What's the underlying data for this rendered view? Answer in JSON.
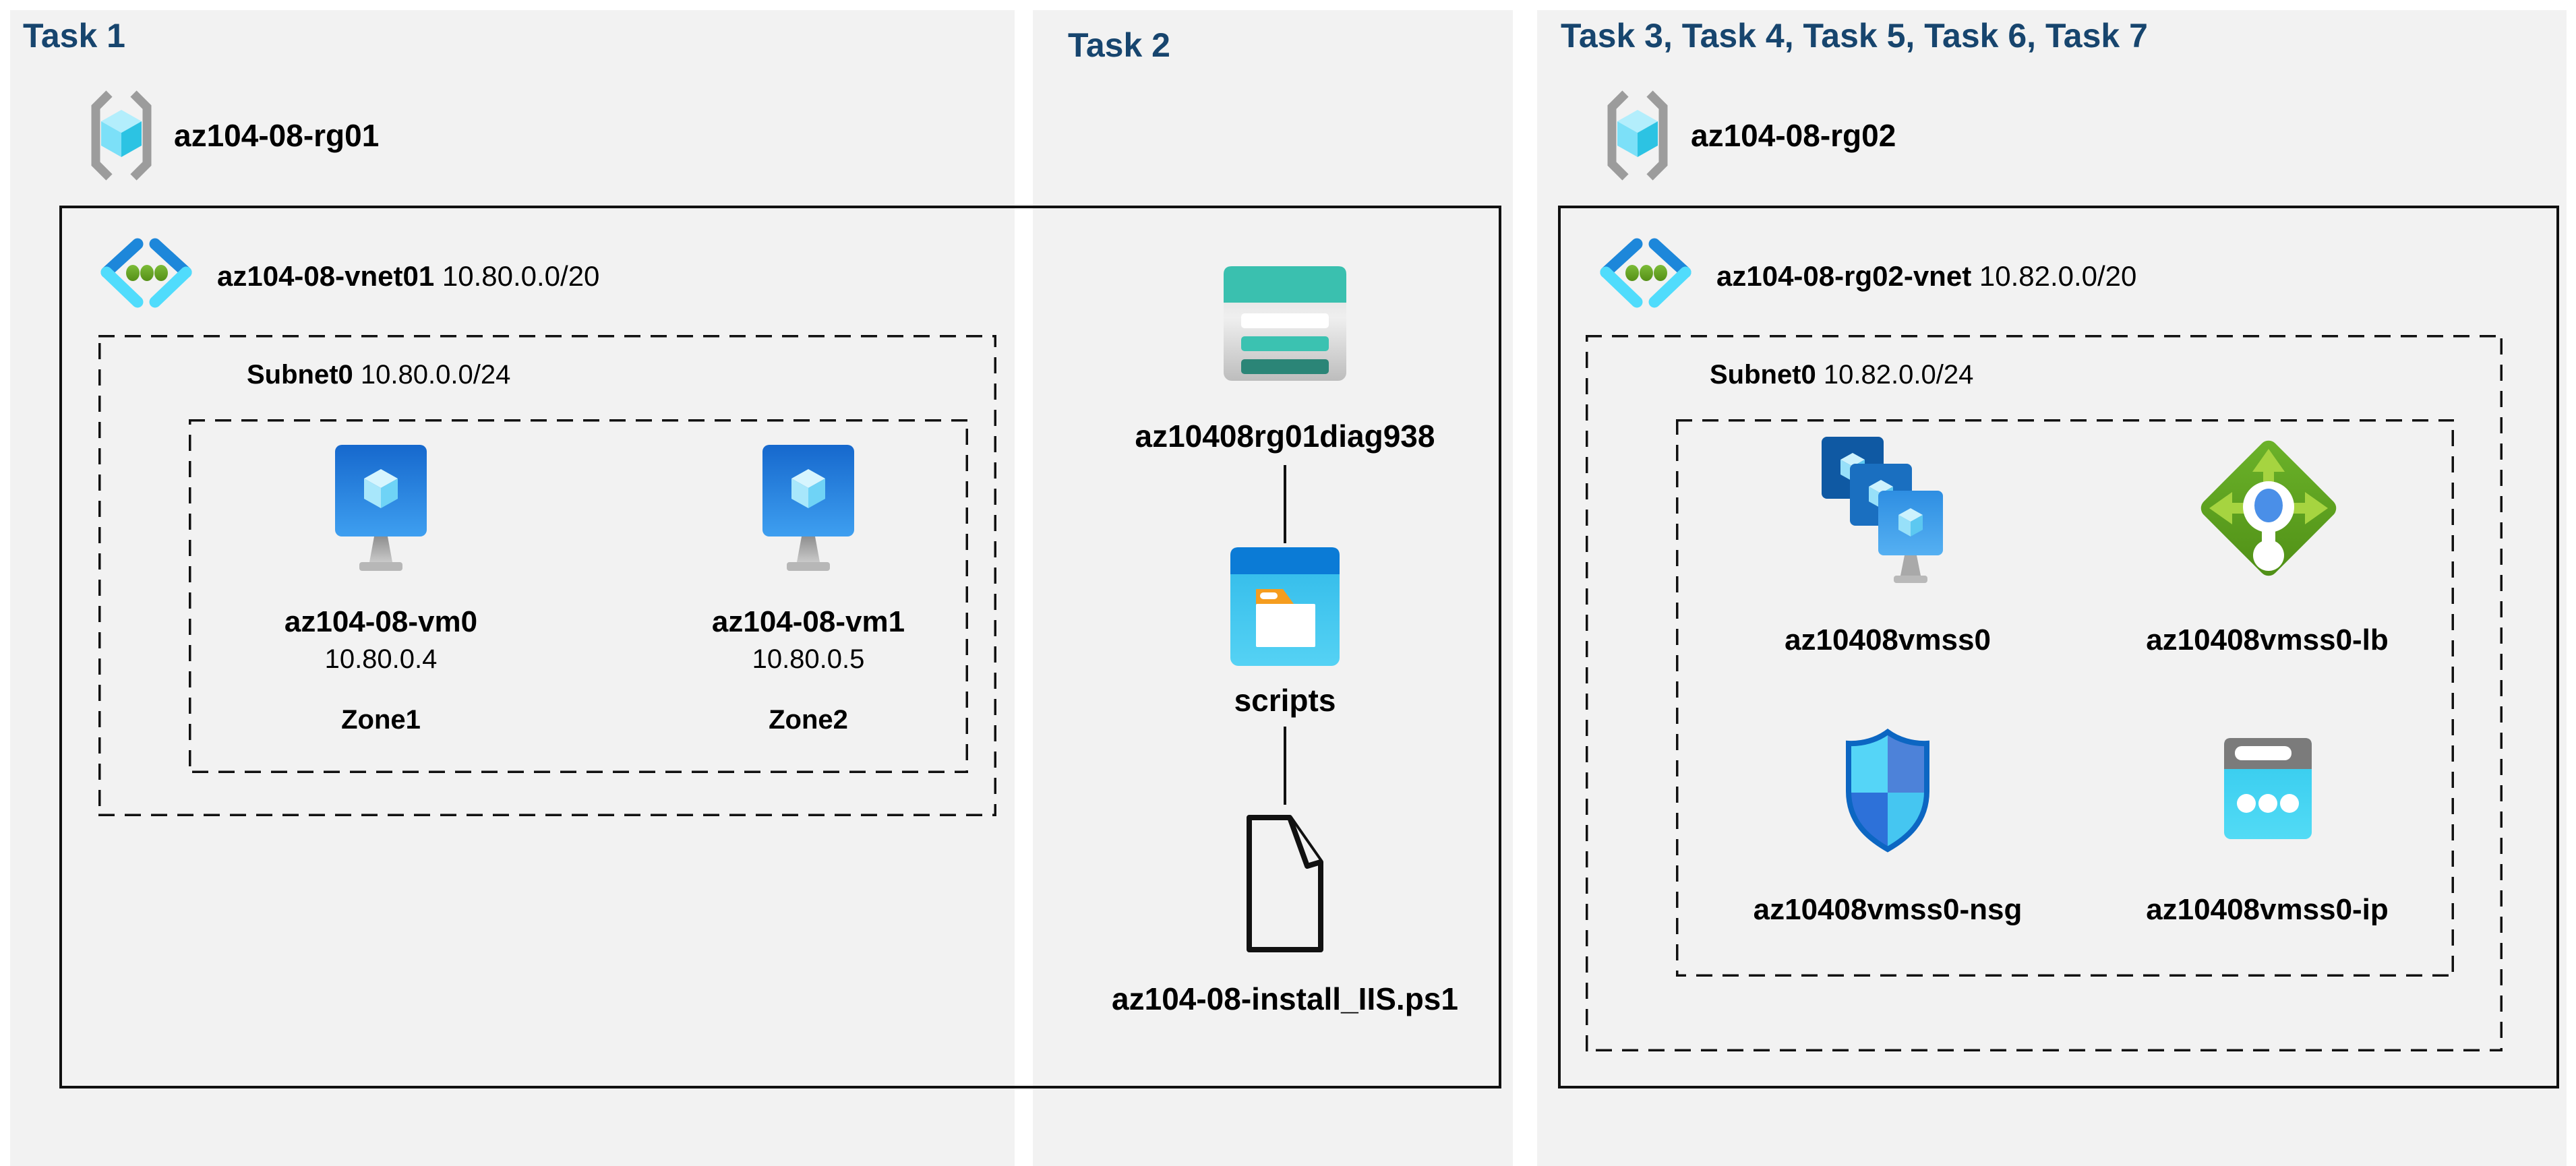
{
  "colors": {
    "page_bg": "#ffffff",
    "panel_bg": "#f2f2f2",
    "task_title": "#17456e",
    "outline": "#111111",
    "azure_vm_blue": "#1a6ad0",
    "storage_teal": "#3bc2b1",
    "load_balancer_green": "#5b9e1f",
    "public_ip_cyan": "#3ecdef"
  },
  "task1": {
    "title": "Task 1",
    "resource_group": "az104-08-rg01",
    "vnet_name": "az104-08-vnet01",
    "vnet_cidr": "10.80.0.0/20",
    "subnet_name": "Subnet0",
    "subnet_cidr": "10.80.0.0/24",
    "vm0": {
      "name": "az104-08-vm0",
      "ip": "10.80.0.4",
      "zone": "Zone1"
    },
    "vm1": {
      "name": "az104-08-vm1",
      "ip": "10.80.0.5",
      "zone": "Zone2"
    }
  },
  "task2": {
    "title": "Task 2",
    "storage_account": "az10408rg01diag938",
    "container": "scripts",
    "script_file": "az104-08-install_IIS.ps1"
  },
  "task3": {
    "title": "Task 3, Task 4, Task 5, Task 6, Task 7",
    "resource_group": "az104-08-rg02",
    "vnet_name": "az104-08-rg02-vnet",
    "vnet_cidr": "10.82.0.0/20",
    "subnet_name": "Subnet0",
    "subnet_cidr": "10.82.0.0/24",
    "vmss": "az10408vmss0",
    "load_balancer": "az10408vmss0-lb",
    "nsg": "az10408vmss0-nsg",
    "public_ip": "az10408vmss0-ip"
  }
}
